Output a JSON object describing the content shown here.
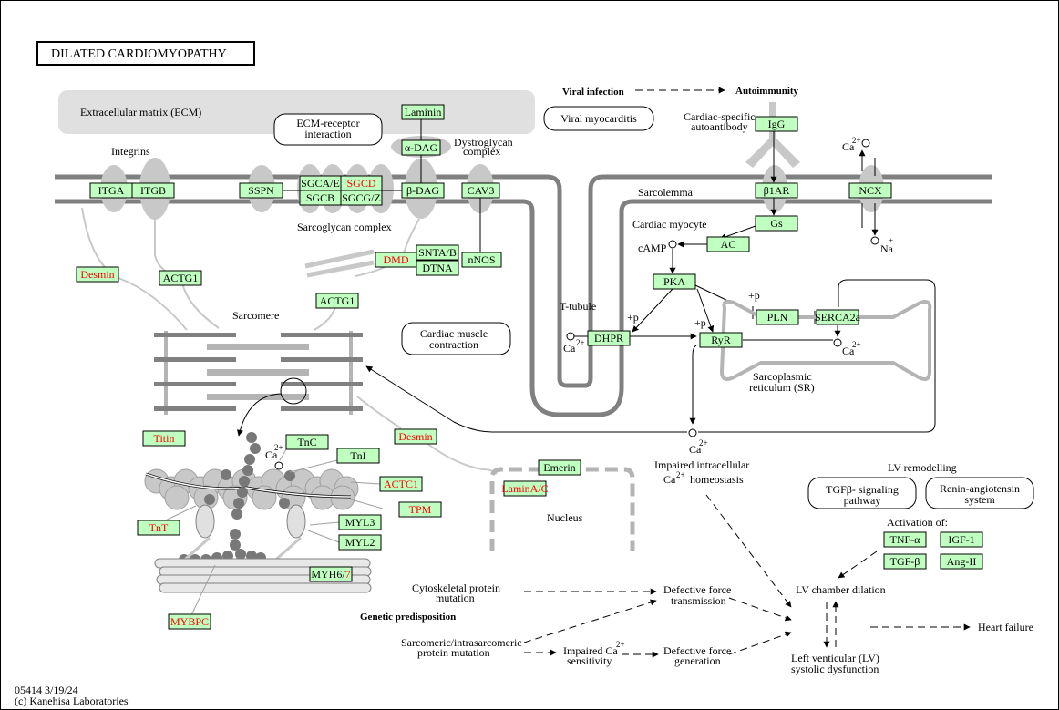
{
  "title": "DILATED  CARDIOMYOPATHY",
  "footer": {
    "id_date": "05414 3/19/24",
    "copyright": "(c) Kanehisa Laboratories"
  },
  "labels": {
    "ecm": "Extracellular matrix (ECM)",
    "integrins": "Integrins",
    "dystroglycan_1": "Dystroglycan",
    "dystroglycan_2": "complex",
    "sarcoglycan": "Sarcoglycan complex",
    "viral_infection": "Viral infection",
    "autoimmunity": "Autoimmunity",
    "autoantibody_1": "Cardiac-specific",
    "autoantibody_2": "autoantibody",
    "sarcolemma": "Sarcolemma",
    "cardiac_myocyte": "Cardiac myocyte",
    "camp": "cAMP",
    "t_tubule": "T-tubule",
    "sarcomere": "Sarcomere",
    "plus_p": "+p",
    "ca": "Ca",
    "ca_charge": "2+",
    "na": "Na",
    "na_charge": "+",
    "sr_1": "Sarcoplasmic",
    "sr_2": "reticulum (SR)",
    "impaired_1": "Impaired intracellular",
    "impaired_2": "homeostasis",
    "nucleus": "Nucleus",
    "lv_remodelling": "LV remodelling",
    "activation_of": "Activation of:",
    "cyto_1": "Cytoskeletal protein",
    "cyto_2": "mutation",
    "genetic": "Genetic predisposition",
    "sarcomeric_1": "Sarcomeric/intrasarcomeric",
    "sarcomeric_2": "protein mutation",
    "impaired_ca_1": "Impaired Ca",
    "impaired_ca_2": "sensitivity",
    "dft_1": "Defective force",
    "dft_2": "transmission",
    "dfg_1": "Defective force",
    "dfg_2": "generation",
    "lv_dilation": "LV chamber dilation",
    "lv_dys_1": "Left venticular (LV)",
    "lv_dys_2": "systolic dysfunction",
    "heart_failure": "Heart failure"
  },
  "maps": {
    "ecm_receptor_1": "ECM-receptor",
    "ecm_receptor_2": "interaction",
    "viral_myocarditis": "Viral myocarditis",
    "cardiac_muscle_1": "Cardiac muscle",
    "cardiac_muscle_2": "contraction",
    "tgfb_1": "TGFβ- signaling",
    "tgfb_2": "pathway",
    "renin_1": "Renin-angiotensin",
    "renin_2": "system"
  },
  "genes": {
    "ITGA": "ITGA",
    "ITGB": "ITGB",
    "SSPN": "SSPN",
    "SGCAE": "SGCA/E",
    "SGCD": "SGCD",
    "SGCB": "SGCB",
    "SGCGZ": "SGCG/Z",
    "Laminin": "Laminin",
    "aDAG": "α-DAG",
    "bDAG": "β-DAG",
    "CAV3": "CAV3",
    "SNTAB": "SNTA/B",
    "DTNA": "DTNA",
    "DMD": "DMD",
    "nNOS": "nNOS",
    "Desmin": "Desmin",
    "ACTG1": "ACTG1",
    "IgG": "IgG",
    "b1AR": "β1AR",
    "Gs": "Gs",
    "AC": "AC",
    "NCX": "NCX",
    "PKA": "PKA",
    "PLN": "PLN",
    "SERCA2a": "SERCA2a",
    "DHPR": "DHPR",
    "RyR": "RyR",
    "Titin": "Titin",
    "TnC": "TnC",
    "TnI": "TnI",
    "ACTC1": "ACTC1",
    "TPM": "TPM",
    "TnT": "TnT",
    "MYL3": "MYL3",
    "MYL2": "MYL2",
    "MYH67_a": "MYH6/",
    "MYH67_b": "7",
    "MYBPC": "MYBPC",
    "Emerin": "Emerin",
    "LaminAC": "LaminA/C",
    "TNFa": "TNF-α",
    "IGF1": "IGF-1",
    "TGFb": "TGF-β",
    "AngII": "Ang-II"
  },
  "colors": {
    "gene_fill": "#bfffbf",
    "disease_gene_text": "#ff0000",
    "membrane": "#808080",
    "ecm_fill": "#e0e0e0"
  }
}
